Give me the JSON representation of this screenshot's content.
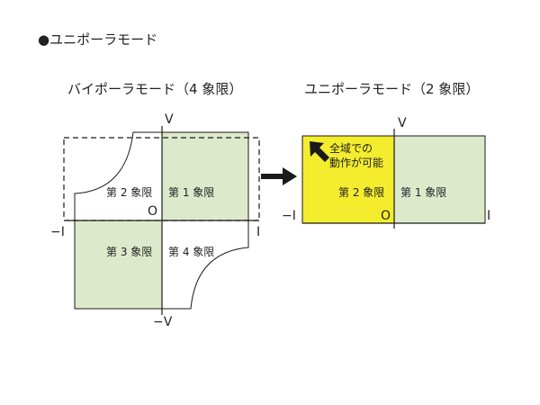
{
  "heading": "●ユニポーラモード",
  "left": {
    "title": "バイポーラモード（4 象限）",
    "axis_v": "V",
    "axis_neg_v": "−V",
    "axis_i": "I",
    "axis_neg_i": "−I",
    "origin": "O",
    "q1": "第 1 象限",
    "q2": "第 2 象限",
    "q3": "第 3 象限",
    "q4": "第 4 象限"
  },
  "right": {
    "title": "ユニポーラモード（2 象限）",
    "axis_v": "V",
    "axis_i": "I",
    "axis_neg_i": "−I",
    "origin": "O",
    "q1": "第 1 象限",
    "q2": "第 2 象限",
    "note_line1": "全域での",
    "note_line2": "動作が可能"
  },
  "colors": {
    "quadrant_fill": "#dde9cb",
    "highlight_fill": "#f3ed2e",
    "line": "#1a1a1a"
  }
}
